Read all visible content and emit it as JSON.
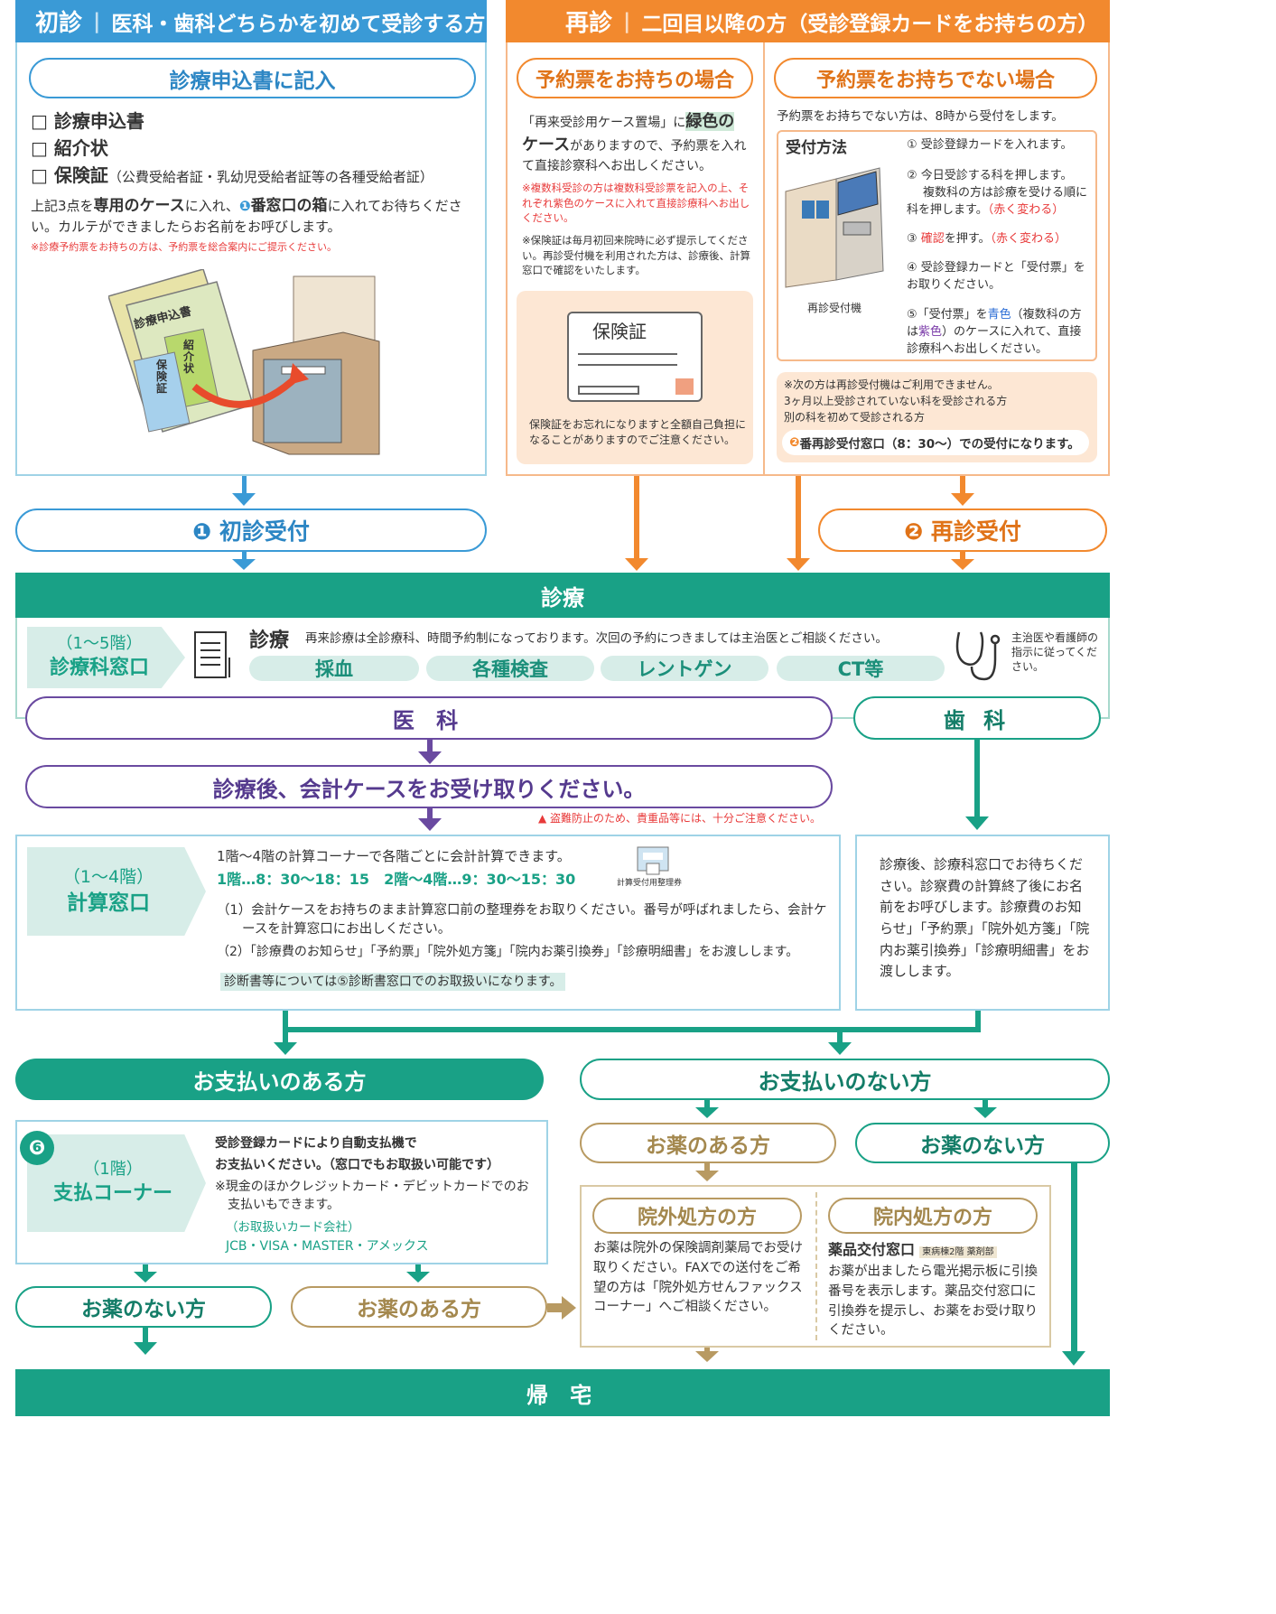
{
  "colors": {
    "blue": "#3a9ad6",
    "orange": "#f2892e",
    "teal": "#19a186",
    "purple": "#6a4aa0",
    "gold": "#b89a62"
  },
  "shoshin": {
    "title": "初診",
    "subtitle": "医科・歯科どちらかを初めて受診する方",
    "fill_pill": "診療申込書に記入",
    "check1": "□ 診療申込書",
    "check2": "□ 紹介状",
    "check3": "□ 保険証",
    "check3_note": "（公費受給者証・乳幼児受給者証等の各種受給者証）",
    "desc_pre": "上記3点を",
    "desc_b1": "専用のケース",
    "desc_mid": "に入れ、",
    "desc_num": "❶",
    "desc_b2": "番窓口の箱",
    "desc_post": "に入れてお待ちください。カルテができましたらお名前をお呼びします。",
    "note": "※診療予約票をお持ちの方は、予約票を総合案内にご提示ください。",
    "illus_form": "診療申込書",
    "illus_intro": "紹介状",
    "illus_ins": "保険証"
  },
  "saishin": {
    "title": "再診",
    "subtitle": "二回目以降の方（受診登録カードをお持ちの方）",
    "with_pill": "予約票をお持ちの場合",
    "without_pill": "予約票をお持ちでない場合",
    "with_t1": "「再来受診用ケース置場」に",
    "with_b1": "緑色の",
    "with_b2": "ケース",
    "with_t2": "がありますので、予約票を入れて直接診察科へお出しください。",
    "with_note1": "※複数科受診の方は複数科受診票を記入の上、それぞれ紫色のケースに入れて直接診療科へお出しください。",
    "with_note2": "※保険証は毎月初回来院時に必ず提示してください。再診受付機を利用された方は、診療後、計算窓口で確認をいたします。",
    "card_label": "保険証",
    "card_note": "保険証をお忘れになりますと全額自己負担になることがありますのでご注意ください。",
    "without_intro": "予約票をお持ちでない方は、8時から受付をします。",
    "method": "受付方法",
    "machine": "再診受付機",
    "step1": "① 受診登録カードを入れます。",
    "step2a": "② 今日受診する科を押します。",
    "step2b": "複数科の方は診療を受ける順に科を押します。",
    "step2c": "（赤く変わる）",
    "step3a": "③ ",
    "step3b": "確認",
    "step3c": "を押す。",
    "step3d": "（赤く変わる）",
    "step4": "④ 受診登録カードと「受付票」をお取りください。",
    "step5a": "⑤「受付票」を",
    "step5b": "青色",
    "step5c": "（複数科の方は",
    "step5d": "紫色",
    "step5e": "）のケースに入れて、直接診療科へお出しください。",
    "excl1": "※次の方は再診受付機はご利用できません。",
    "excl2": "3ヶ月以上受診されていない科を受診される方",
    "excl3": "別の科を初めて受診される方",
    "excl4_num": "❷",
    "excl4": "番再診受付窓口（8：30〜）での受付になります。"
  },
  "reception1": "❶ 初診受付",
  "reception2": "❷ 再診受付",
  "shinryo": {
    "title": "診療",
    "floor": "（1〜5階）",
    "window": "診療科窓口",
    "label": "診療",
    "desc": "再来診療は全診療科、時間予約制になっております。次回の予約につきましては主治医とご相談ください。",
    "tags": [
      "採血",
      "各種検査",
      "レントゲン",
      "CT等"
    ],
    "doctor": "主治医や看護師の指示に従ってください。"
  },
  "ika": "医 科",
  "shika": "歯 科",
  "case_pill": "診療後、会計ケースをお受け取りください。",
  "warning": "盗難防止のため、貴重品等には、十分ご注意ください。",
  "keisan": {
    "floor": "（1〜4階）",
    "window": "計算窓口",
    "l1": "1階〜4階の計算コーナーで各階ごとに会計計算できます。",
    "hours": "1階…8：30〜18：15　2階〜4階…9：30〜15：30",
    "ticket": "計算受付用整理券",
    "p1": "（1）会計ケースをお持ちのまま計算窓口前の整理券をお取りください。番号が呼ばれましたら、会計ケースを計算窓口にお出しください。",
    "p2": "（2）「診療費のお知らせ」「予約票」「院外処方箋」「院内お薬引換券」「診療明細書」をお渡しします。",
    "p3": "診断書等については⑤診断書窓口でのお取扱いになります。"
  },
  "dental_text": "診療後、診療科窓口でお待ちください。診察費の計算終了後にお名前をお呼びします。診療費のお知らせ」「予約票」「院外処方箋」「院内お薬引換券」「診療明細書」をお渡しします。",
  "pay_yes": "お支払いのある方",
  "pay_no": "お支払いのない方",
  "med_yes": "お薬のある方",
  "med_no": "お薬のない方",
  "shiharai": {
    "num": "❻",
    "floor": "（1階）",
    "window": "支払コーナー",
    "l1": "受診登録カードにより自動支払機で",
    "l2": "お支払いください。（窓口でもお取扱い可能です）",
    "l3": "※現金のほかクレジットカード・デビットカードでのお支払いもできます。",
    "l4": "（お取扱いカード会社）",
    "l5": "JCB・VISA・MASTER・アメックス"
  },
  "ingai": {
    "title": "院外処方の方",
    "text": "お薬は院外の保険調剤薬局でお受け取りください。FAXでの送付をご希望の方は「院外処方せんファックスコーナー」へご相談ください。"
  },
  "innai": {
    "title": "院内処方の方",
    "label": "薬品交付窓口",
    "loc": "東病棟2階 薬剤部",
    "text": "お薬が出ましたら電光掲示板に引換番号を表示します。薬品交付窓口に引換券を提示し、お薬をお受け取りください。"
  },
  "home": "帰 宅"
}
